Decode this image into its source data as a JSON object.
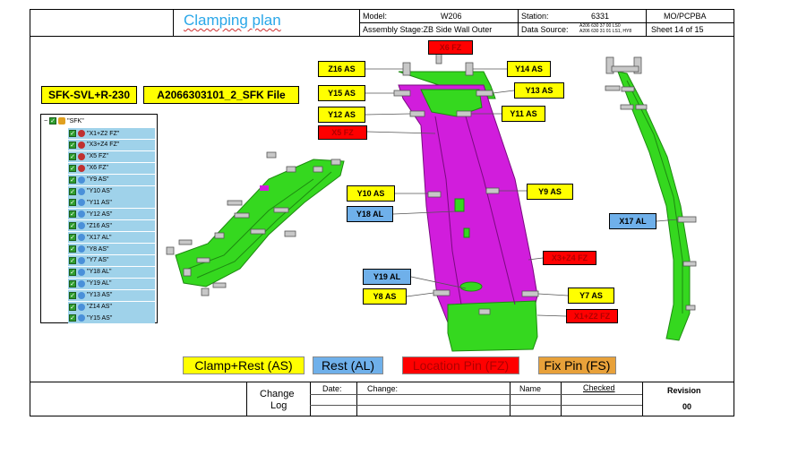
{
  "header": {
    "title": "Clamping plan",
    "model_label": "Model:",
    "model_value": "W206",
    "station_label": "Station:",
    "station_value": "6331",
    "dept": "MO/PCPBA",
    "assembly_stage": "Assembly Stage:ZB Side Wall Outer",
    "data_source_label": "Data Source:",
    "data_source_line1": "A206 630 37 00 LS0",
    "data_source_line2": "A206 630 31 01 LS1, HY8",
    "sheet": "Sheet  14 of 15"
  },
  "part_name": "SFK-SVL+R-230",
  "file_name": "A2066303101_2_SFK File",
  "tree": {
    "root": "\"SFK\"",
    "items": [
      "\"X1+Z2 FZ\"",
      "\"X3+Z4 FZ\"",
      "\"X5 FZ\"",
      "\"X6 FZ\"",
      "\"Y9 AS\"",
      "\"Y10 AS\"",
      "\"Y11 AS\"",
      "\"Y12 AS\"",
      "\"Z16 AS\"",
      "\"X17 AL\"",
      "\"Y8 AS\"",
      "\"Y7 AS\"",
      "\"Y18 AL\"",
      "\"Y19 AL\"",
      "\"Y13 AS\"",
      "\"Z14 AS\"",
      "\"Y15 AS\""
    ]
  },
  "labels": {
    "z16": "Z16 AS",
    "y14": "Y14 AS",
    "y15": "Y15 AS",
    "y13": "Y13 AS",
    "y12": "Y12 AS",
    "y11": "Y11 AS",
    "y10": "Y10 AS",
    "y9": "Y9 AS",
    "y18": "Y18 AL",
    "x17": "X17 AL",
    "y19": "Y19 AL",
    "y8": "Y8 AS",
    "y7": "Y7 AS",
    "fz_top": "X6 FZ",
    "fz_left": "X5 FZ",
    "fz_right1": "X3+Z4 FZ",
    "fz_right2": "X1+Z2 FZ"
  },
  "legend": {
    "clamp": "Clamp+Rest  (AS)",
    "rest": "Rest  (AL)",
    "locator": "Location Pin  (FZ)",
    "fix": "Fix Pin (FS)"
  },
  "footer": {
    "change_log_1": "Change",
    "change_log_2": "Log",
    "date": "Date:",
    "change": "Change:",
    "name": "Name",
    "checked": "Checked",
    "revision_label": "Revision",
    "revision_value": "00"
  },
  "colors": {
    "yellow": "#ffff00",
    "blue": "#6fb0ea",
    "red": "#ff0000",
    "orange": "#e8a13a",
    "part_green": "#35d81f",
    "part_magenta": "#d11ddc",
    "title_blue": "#2aa7e8"
  }
}
